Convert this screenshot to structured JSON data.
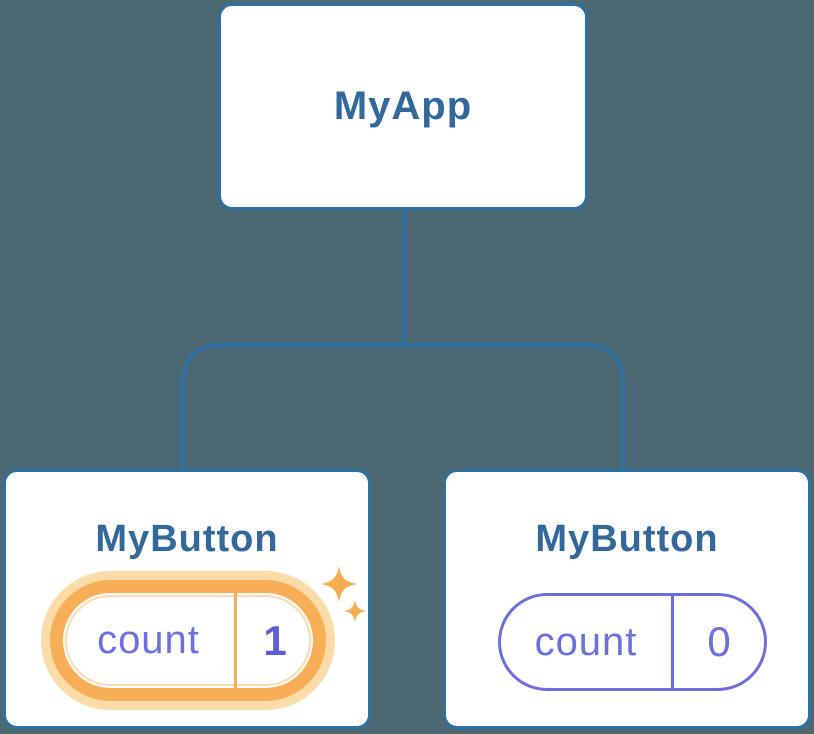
{
  "colors": {
    "background": "#4C6973",
    "line_blue": "#2E70A1",
    "card_bg": "#FFFFFF",
    "title_blue": "#33689B",
    "state_purple": "#6C6FDE",
    "state_purple_border": "#6B6EDB",
    "state_value_bold": "#5A5FD6",
    "highlight_orange": "#F7AE56",
    "highlight_orange_glow": "#FBDBA8",
    "sparkle_orange": "#F6AD52"
  },
  "tree": {
    "root": {
      "label": "MyApp"
    },
    "children": [
      {
        "label": "MyButton",
        "state": {
          "key": "count",
          "value": "1"
        },
        "highlighted": true,
        "icon": "sparkles-icon"
      },
      {
        "label": "MyButton",
        "state": {
          "key": "count",
          "value": "0"
        },
        "highlighted": false
      }
    ]
  }
}
